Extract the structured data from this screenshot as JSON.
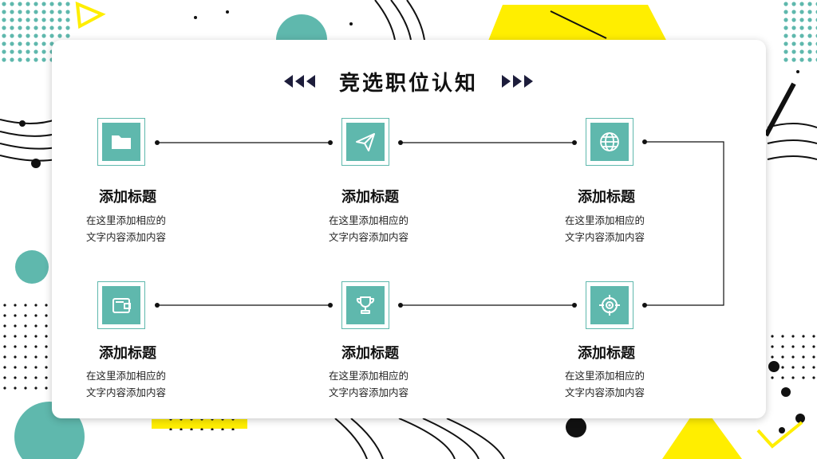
{
  "page": {
    "title": "竞选职位认知",
    "accent_color": "#5fb8ad",
    "yellow_color": "#ffee00",
    "dark_color": "#1d1d3b"
  },
  "items": [
    {
      "icon": "folder-icon",
      "title": "添加标题",
      "desc_line1": "在这里添加相应的",
      "desc_line2": "文字内容添加内容"
    },
    {
      "icon": "paper-plane-icon",
      "title": "添加标题",
      "desc_line1": "在这里添加相应的",
      "desc_line2": "文字内容添加内容"
    },
    {
      "icon": "globe-icon",
      "title": "添加标题",
      "desc_line1": "在这里添加相应的",
      "desc_line2": "文字内容添加内容"
    },
    {
      "icon": "wallet-icon",
      "title": "添加标题",
      "desc_line1": "在这里添加相应的",
      "desc_line2": "文字内容添加内容"
    },
    {
      "icon": "trophy-icon",
      "title": "添加标题",
      "desc_line1": "在这里添加相应的",
      "desc_line2": "文字内容添加内容"
    },
    {
      "icon": "target-icon",
      "title": "添加标题",
      "desc_line1": "在这里添加相应的",
      "desc_line2": "文字内容添加内容"
    }
  ]
}
